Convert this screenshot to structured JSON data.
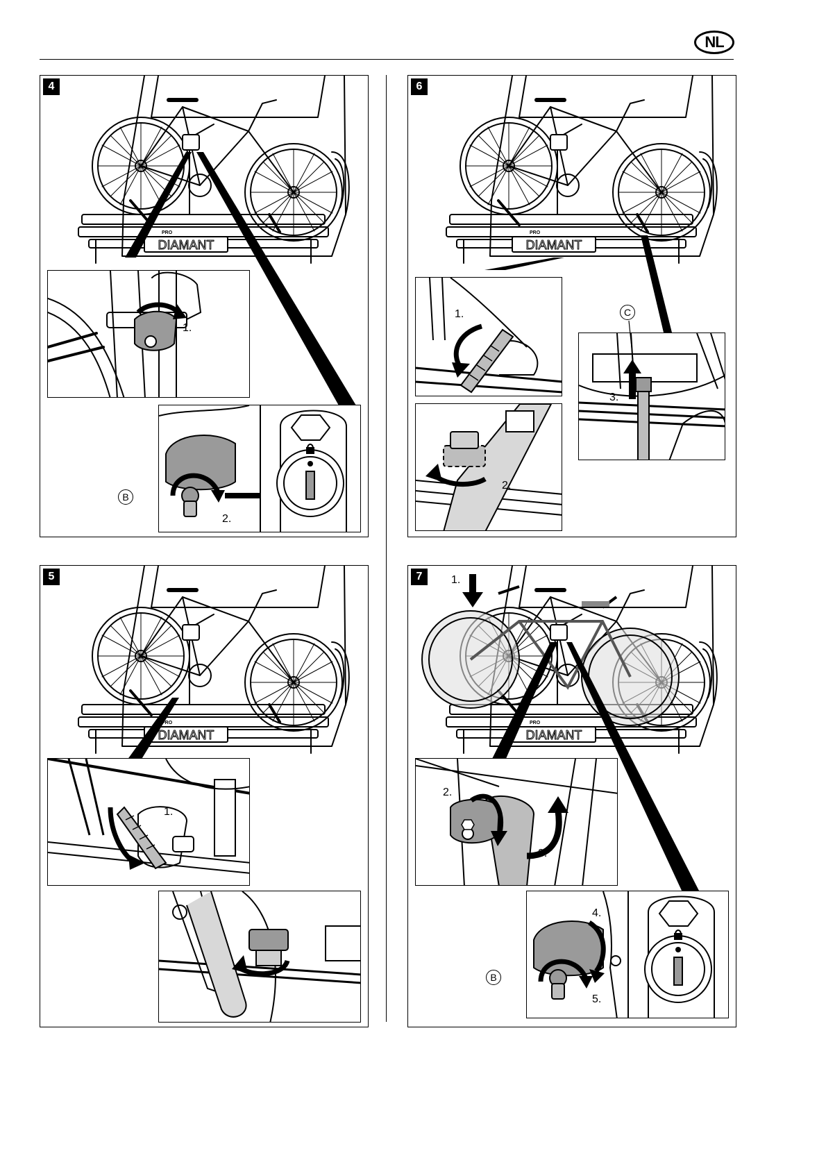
{
  "header": {
    "language_badge": "NL"
  },
  "steps": {
    "s4": {
      "number": "4",
      "labels": [
        "1.",
        "2."
      ],
      "callout": "B"
    },
    "s5": {
      "number": "5",
      "labels": [
        "1."
      ]
    },
    "s6": {
      "number": "6",
      "labels": [
        "1.",
        "2.",
        "3."
      ],
      "callout": "C"
    },
    "s7": {
      "number": "7",
      "labels": [
        "1.",
        "2.",
        "3.",
        "4.",
        "5."
      ],
      "callout": "B"
    }
  },
  "carrier_plate_text": "DIAMANT",
  "carrier_brand_text": "PRO",
  "icons": [
    "bike-carrier-scene-illustration",
    "lock-knob-icon",
    "key-icon",
    "padlock-icon",
    "strap-icon",
    "arrow-icon"
  ]
}
